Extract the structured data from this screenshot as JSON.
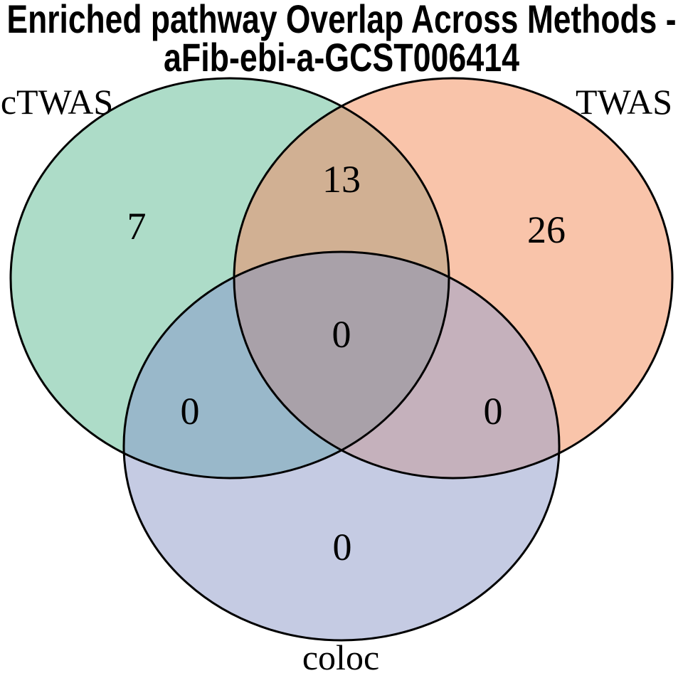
{
  "title": {
    "line1": "Enriched pathway Overlap Across Methods -",
    "line2": "aFib-ebi-a-GCST006414"
  },
  "colors": {
    "ctwas_fill": "#addcc8",
    "twas_fill": "#f9c4aa",
    "coloc_fill": "#c5cbe3",
    "ctwas_twas_fill": "#d1b093",
    "ctwas_coloc_fill": "#99b8ca",
    "twas_coloc_fill": "#c5b1bc",
    "all_three_fill": "#a9a1a9",
    "outline": "#000000"
  },
  "chart_data": {
    "type": "venn",
    "title": "Enriched pathway Overlap Across Methods - aFib-ebi-a-GCST006414",
    "sets": [
      "cTWAS",
      "TWAS",
      "coloc"
    ],
    "regions": [
      {
        "sets": [
          "cTWAS"
        ],
        "value": 7
      },
      {
        "sets": [
          "TWAS"
        ],
        "value": 26
      },
      {
        "sets": [
          "coloc"
        ],
        "value": 0
      },
      {
        "sets": [
          "cTWAS",
          "TWAS"
        ],
        "value": 13
      },
      {
        "sets": [
          "cTWAS",
          "coloc"
        ],
        "value": 0
      },
      {
        "sets": [
          "TWAS",
          "coloc"
        ],
        "value": 0
      },
      {
        "sets": [
          "cTWAS",
          "TWAS",
          "coloc"
        ],
        "value": 0
      }
    ],
    "legend_position": "none",
    "grid": false
  }
}
